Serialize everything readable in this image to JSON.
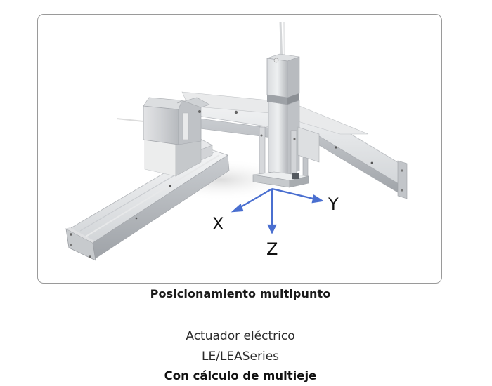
{
  "figure": {
    "alt": "Electric actuator gantry (3-axis) with X, Y, Z coordinate axes",
    "axes": {
      "x_label": "X",
      "y_label": "Y",
      "z_label": "Z",
      "arrow_color": "#4a6fd0"
    },
    "caption": "Posicionamiento multipunto"
  },
  "product": {
    "type": "Actuador eléctrico",
    "series": "LE/LEASeries",
    "feature": "Con cálculo de multieje"
  }
}
